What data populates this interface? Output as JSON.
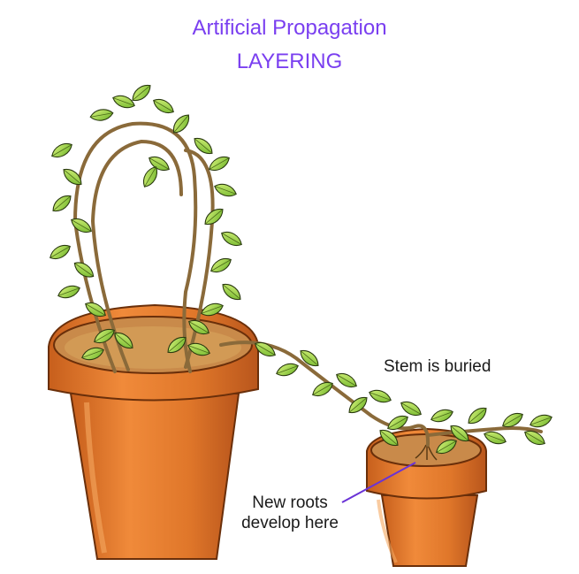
{
  "title": {
    "line1": "Artificial Propagation",
    "line2": "LAYERING"
  },
  "labels": {
    "stem_buried": "Stem is buried",
    "new_roots_line1": "New roots",
    "new_roots_line2": "develop here"
  },
  "colors": {
    "title": "#7a3ff0",
    "pot": "#e0772a",
    "pot_shadow": "#b9561c",
    "soil": "#c98a4a",
    "leaf": "#8fcf3a",
    "leaf_light": "#c8ec6a",
    "stem": "#8a6a3a",
    "pointer": "#6a33d6"
  }
}
